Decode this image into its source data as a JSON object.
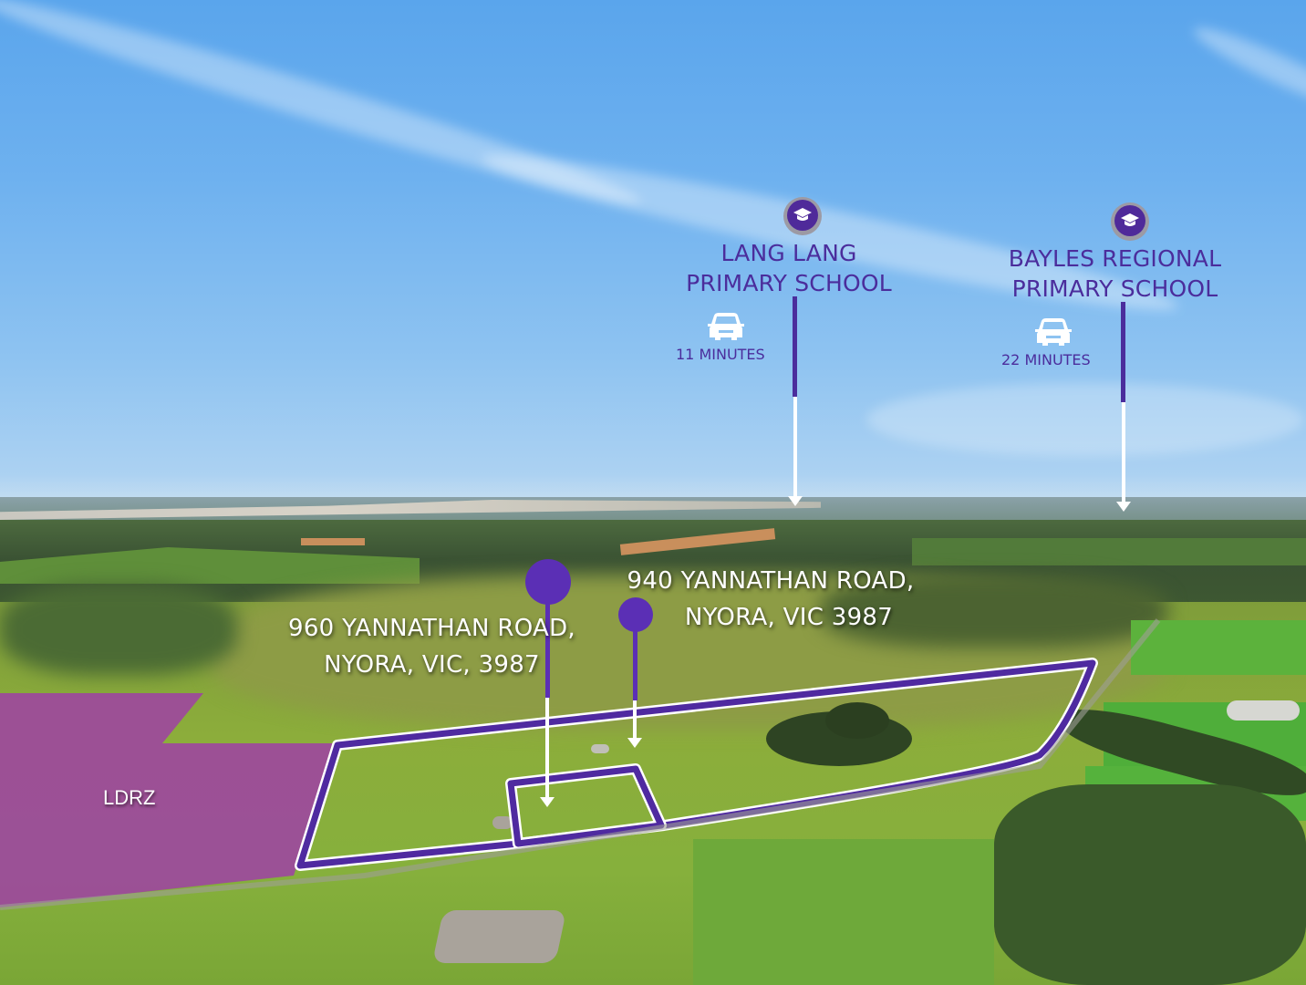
{
  "image": {
    "description": "Aerial drone photo of rural farmland with property boundary overlays and nearby school annotations",
    "colors": {
      "accent_purple": "#5b2fb5",
      "text_purple": "#4b2d9c",
      "zone_magenta": "#a03caa",
      "sky_blue": "#6eb1ef",
      "grass_green": "#86b03c"
    }
  },
  "schools": [
    {
      "name_line1": "LANG LANG",
      "name_line2": "PRIMARY SCHOOL",
      "icon": "graduation-cap-icon",
      "travel_icon": "car-icon",
      "travel_time": "11 MINUTES"
    },
    {
      "name_line1": "BAYLES REGIONAL",
      "name_line2": "PRIMARY SCHOOL",
      "icon": "graduation-cap-icon",
      "travel_icon": "car-icon",
      "travel_time": "22 MINUTES"
    }
  ],
  "properties": [
    {
      "address_line1": "960 YANNATHAN ROAD,",
      "address_line2": "NYORA, VIC, 3987"
    },
    {
      "address_line1": "940 YANNATHAN ROAD,",
      "address_line2": "NYORA, VIC 3987"
    }
  ],
  "zones": [
    {
      "label": "LDRZ"
    }
  ]
}
